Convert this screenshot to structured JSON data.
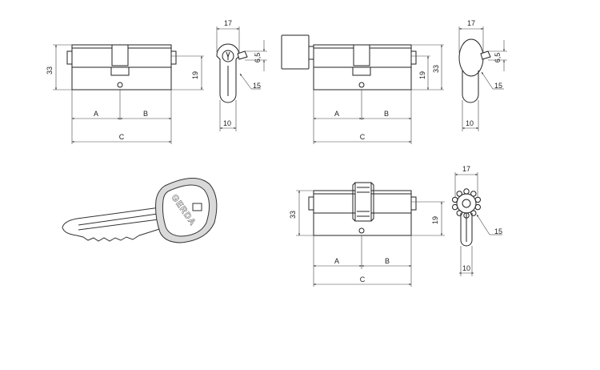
{
  "drawings": [
    {
      "name": "cylinder-with-key-both-sides",
      "labels": {
        "height": "33",
        "cam_offset": "19",
        "width": "17",
        "cam_height": "6,5",
        "radius": "15",
        "profile_width": "10",
        "part_a": "A",
        "part_b": "B",
        "total": "C"
      }
    },
    {
      "name": "cylinder-with-thumb-turn",
      "labels": {
        "height": "33",
        "cam_offset": "19",
        "width": "17",
        "cam_height": "6,5",
        "radius": "15",
        "profile_width": "10",
        "part_a": "A",
        "part_b": "B",
        "total": "C"
      }
    },
    {
      "name": "cylinder-with-gear-cam",
      "labels": {
        "height": "33",
        "cam_offset": "19",
        "width": "17",
        "radius": "15",
        "profile_width": "10",
        "part_a": "A",
        "part_b": "B",
        "total": "C"
      }
    }
  ],
  "key": {
    "brand": "GERDA"
  },
  "colors": {
    "line": "#222222",
    "dimension": "#444444",
    "key_head": "#d9d9d9",
    "background": "#ffffff"
  }
}
